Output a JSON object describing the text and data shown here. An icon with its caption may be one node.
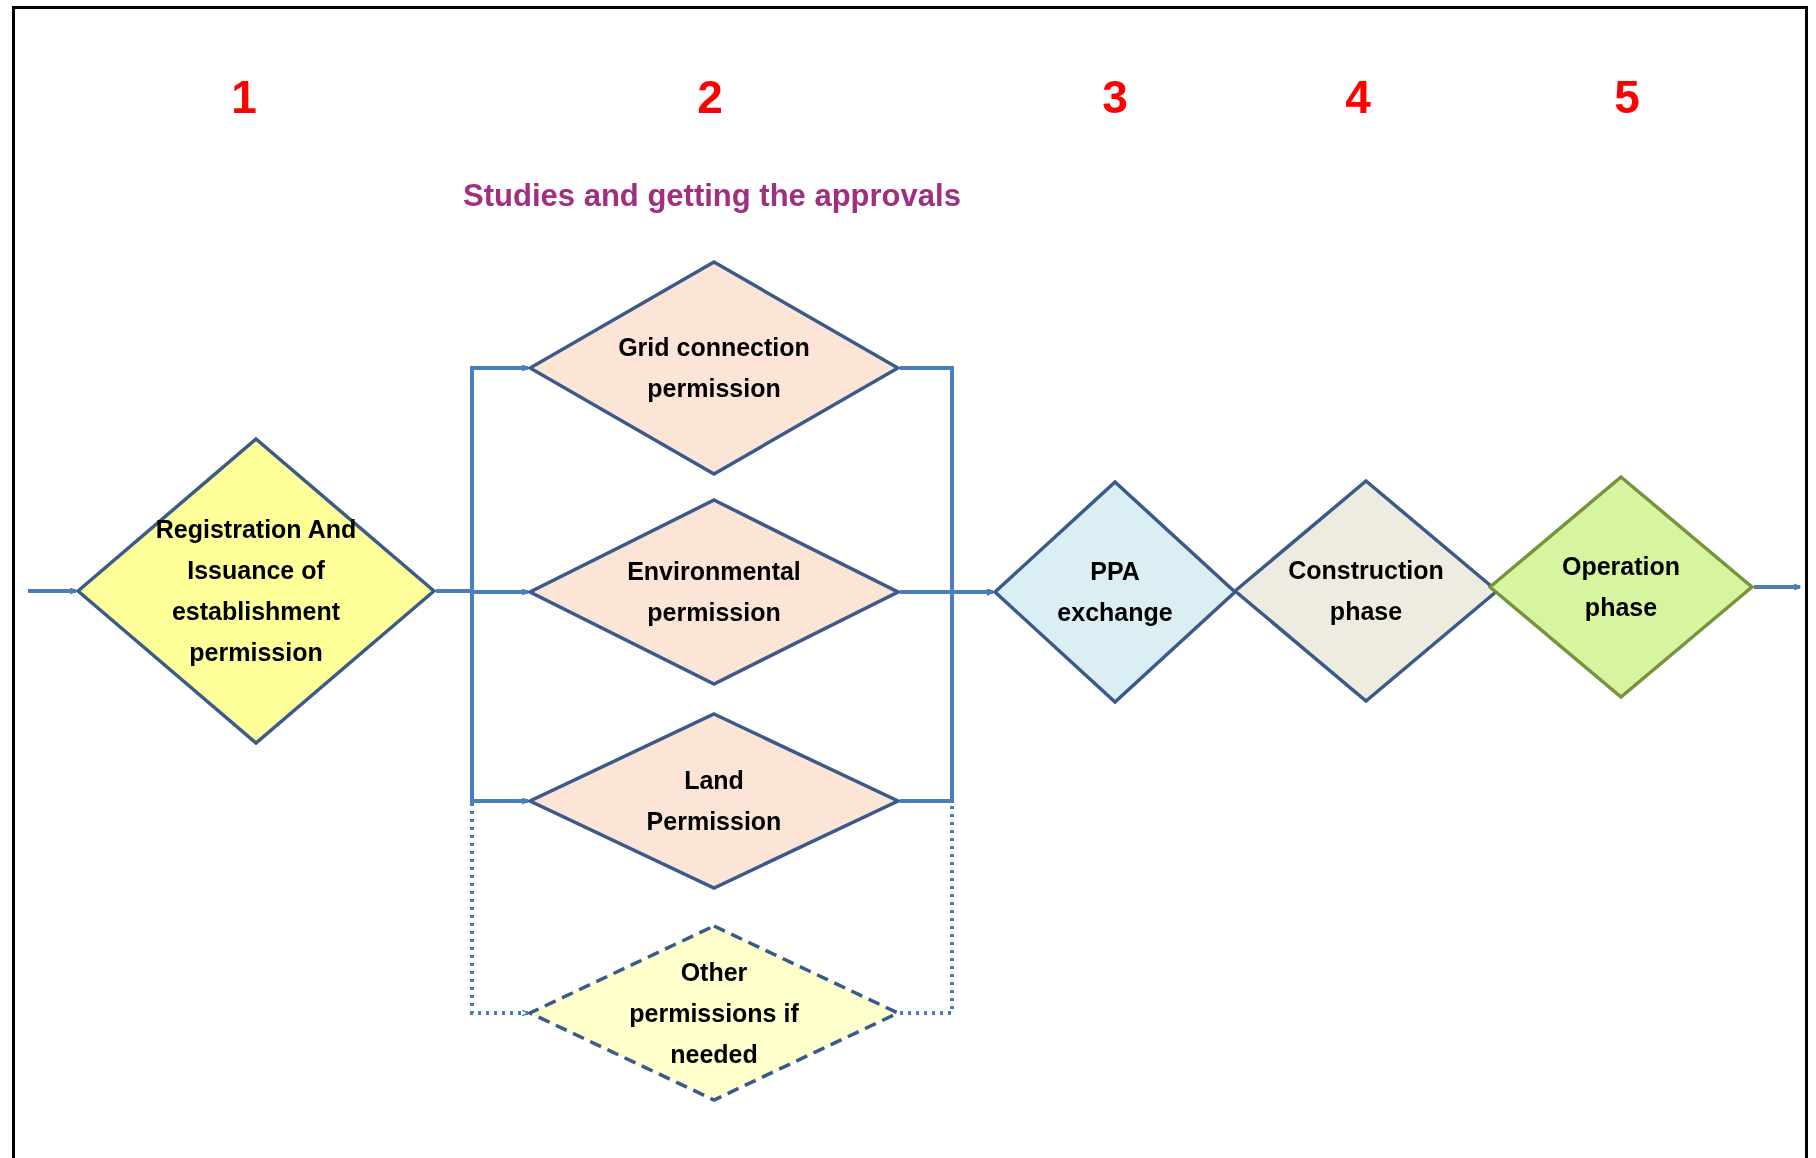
{
  "diagram": {
    "nodes": [
      {
        "text": [
          "Registration And Issuance of establishment permission"
        ]
      },
      {
        "text": [
          "Grid connection permission"
        ]
      },
      {
        "text": [
          "Environmental permission"
        ]
      },
      {
        "text": [
          "Land Permission"
        ]
      },
      {
        "text": [
          "Other permissions if needed"
        ]
      },
      {
        "text": [
          "PPA exchange"
        ]
      },
      {
        "text": [
          "Construction phase"
        ]
      },
      {
        "text": [
          "Operation phase"
        ]
      }
    ],
    "edges": [
      {
        "from": null,
        "to": 0,
        "arrow": "to"
      },
      {
        "from": 0,
        "to": 1,
        "arrow": "to"
      },
      {
        "from": 0,
        "to": 2,
        "arrow": "to"
      },
      {
        "from": 0,
        "to": 3,
        "arrow": "to"
      },
      {
        "from": 0,
        "to": 4,
        "arrow": "to",
        "style": "dashed"
      },
      {
        "from": 1,
        "to": 5,
        "arrow": "to"
      },
      {
        "from": 2,
        "to": 5,
        "arrow": "to"
      },
      {
        "from": 3,
        "to": 5,
        "arrow": "to"
      },
      {
        "from": 4,
        "to": 5,
        "arrow": "to",
        "style": "dashed"
      },
      {
        "from": 7,
        "to": null,
        "arrow": "to"
      }
    ],
    "labels": [
      "1",
      "2",
      "3",
      "4",
      "5",
      "Studies and getting the approvals"
    ]
  }
}
